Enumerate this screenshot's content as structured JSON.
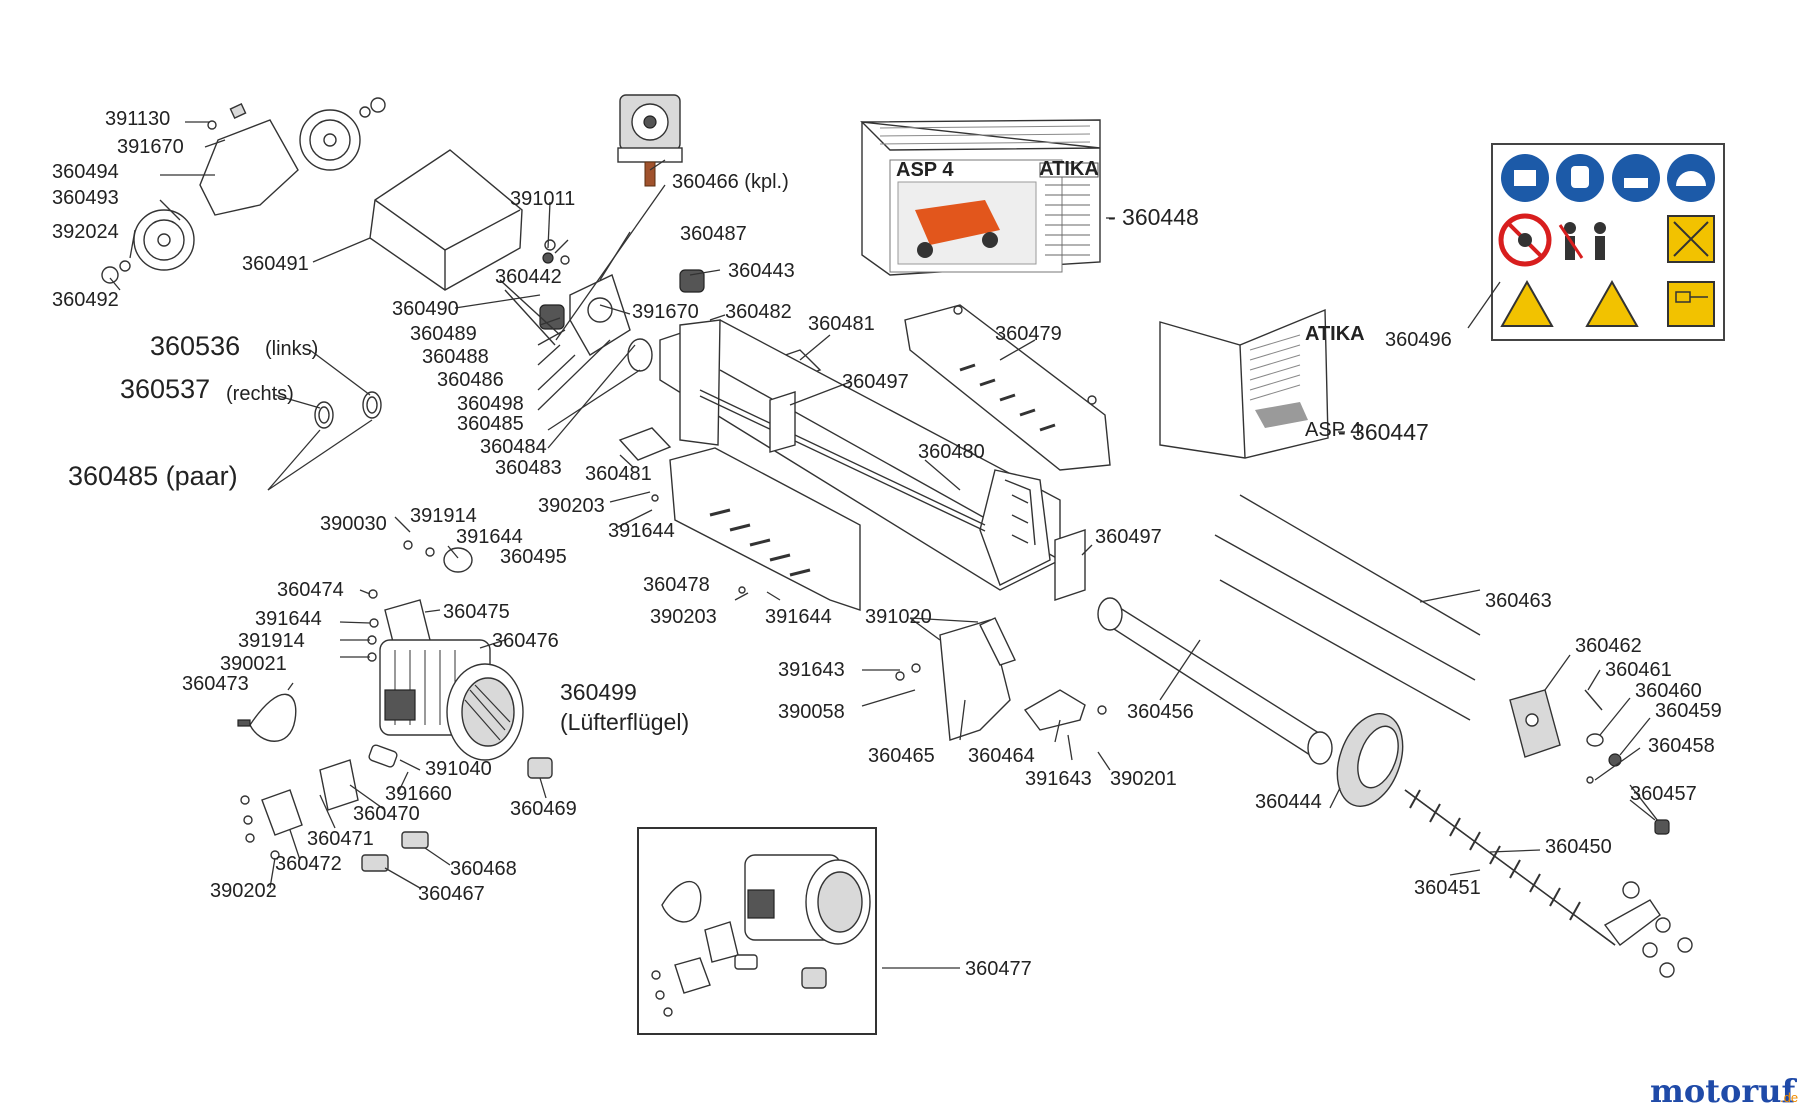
{
  "diagram": {
    "part_labels": {
      "p391130": "391130",
      "p391670a": "391670",
      "p360494": "360494",
      "p360493": "360493",
      "p392024": "392024",
      "p360492": "360492",
      "p360491": "360491",
      "p360536": "360536",
      "p360536_note": "(links)",
      "p360537": "360537",
      "p360537_note": "(rechts)",
      "p360485_paar": "360485 (paar)",
      "p360466": "360466 (kpl.)",
      "p391011": "391011",
      "p360487": "360487",
      "p360442": "360442",
      "p360443": "360443",
      "p360490": "360490",
      "p391670b": "391670",
      "p360482": "360482",
      "p360489": "360489",
      "p360488": "360488",
      "p360486": "360486",
      "p360498": "360498",
      "p360485": "360485",
      "p360484": "360484",
      "p360483": "360483",
      "p360448": "- 360448",
      "p360496": "360496",
      "p360481a": "360481",
      "p360479": "360479",
      "p360497a": "360497",
      "p360447": "- 360447",
      "p360480": "360480",
      "p360481b": "360481",
      "p390203a": "390203",
      "p391644a": "391644",
      "p390030": "390030",
      "p391914a": "391914",
      "p391644b": "391644",
      "p360495": "360495",
      "p360497b": "360497",
      "p360478": "360478",
      "p390203b": "390203",
      "p391644c": "391644",
      "p391020": "391020",
      "p360474": "360474",
      "p360475": "360475",
      "p391644d": "391644",
      "p391914b": "391914",
      "p360476": "360476",
      "p390021": "390021",
      "p360473": "360473",
      "p360499": "360499",
      "p360499_note": "(Lüfterflügel)",
      "p391643a": "391643",
      "p390058": "390058",
      "p360463": "360463",
      "p360462": "360462",
      "p360461": "360461",
      "p360460": "360460",
      "p360459": "360459",
      "p360456": "360456",
      "p360458": "360458",
      "p360465": "360465",
      "p360464": "360464",
      "p391643b": "391643",
      "p390201": "390201",
      "p391040": "391040",
      "p391660": "391660",
      "p360470": "360470",
      "p360469": "360469",
      "p360471": "360471",
      "p360472": "360472",
      "p360457": "360457",
      "p360444": "360444",
      "p360468": "360468",
      "p360450": "360450",
      "p390202": "390202",
      "p360467": "360467",
      "p360451": "360451",
      "p360477": "360477"
    },
    "box_label": {
      "model": "ASP 4",
      "brand": "ATIKA"
    },
    "manual_label": {
      "brand": "ATIKA",
      "model": "ASP 4"
    }
  },
  "watermark": {
    "text_main": "motoruf",
    "text_tld": ".de",
    "color_main": "#1f4aa8",
    "color_accent": "#f08c00"
  },
  "colors": {
    "safety_blue": "#1c5aa8",
    "warning_yellow": "#f2c200",
    "prohibit_red": "#d81e1e",
    "machine_orange": "#e2561c"
  }
}
